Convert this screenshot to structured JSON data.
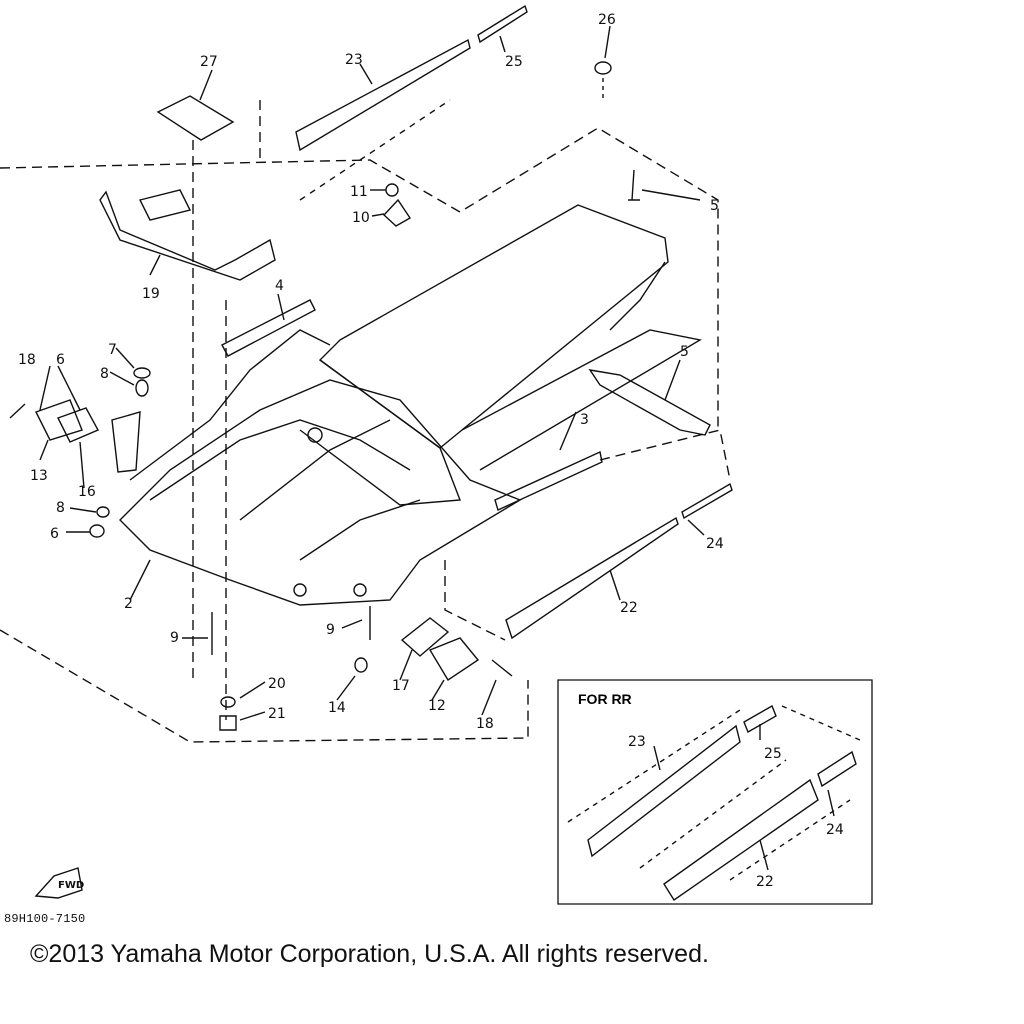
{
  "diagram": {
    "callouts": [
      "26",
      "27",
      "23",
      "25",
      "11",
      "10",
      "5",
      "19",
      "4",
      "18",
      "6",
      "7",
      "8",
      "13",
      "16",
      "8",
      "6",
      "2",
      "3",
      "24",
      "22",
      "9",
      "9",
      "20",
      "21",
      "14",
      "17",
      "12",
      "18",
      "5"
    ],
    "inset_title": "FOR RR",
    "inset_callouts": [
      "23",
      "25",
      "24",
      "22"
    ],
    "fwd_label": "FWD",
    "drawing_code": "89H100-7150"
  },
  "footer": {
    "copyright": "©2013 Yamaha Motor Corporation, U.S.A. All rights reserved."
  }
}
